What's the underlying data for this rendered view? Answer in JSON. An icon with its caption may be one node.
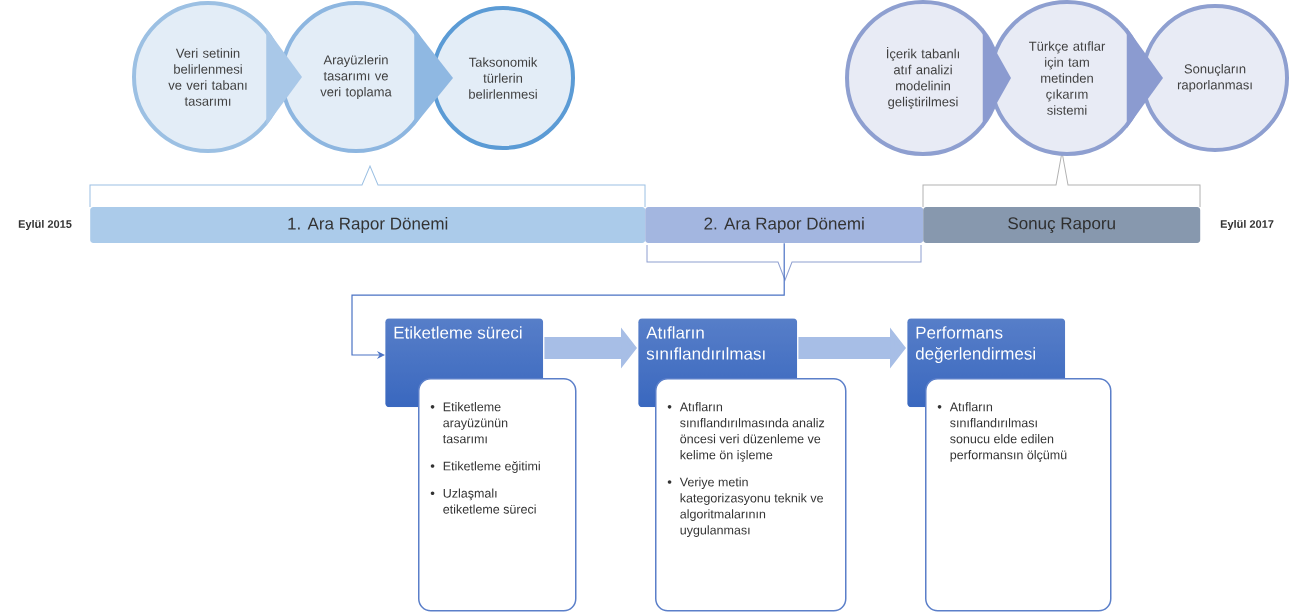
{
  "diagram": {
    "nodes": [
      {
        "text": [
          "Veri setinin belirlenmesi ve veri tabanı tasarımı"
        ]
      },
      {
        "text": [
          "Arayüzlerin tasarımı ve veri toplama"
        ]
      },
      {
        "text": [
          "Taksonomik türlerin belirlenmesi"
        ]
      },
      {
        "text": [
          "İçerik tabanlı atıf analizi modelinin geliştirilmesi"
        ]
      },
      {
        "text": [
          "Türkçe atıflar için tam metinden çıkarım sistemi"
        ]
      },
      {
        "text": [
          "Sonuçların raporlanması"
        ]
      },
      {
        "text": [
          "1. Ara Rapor Dönemi"
        ]
      },
      {
        "text": [
          "2. Ara Rapor Dönemi"
        ]
      },
      {
        "text": [
          "Sonuç Raporu"
        ]
      },
      {
        "text": [
          "Etiketleme süreci"
        ]
      },
      {
        "text": [
          "Etiketleme arayüzünün tasarımı",
          "Etiketleme eğitimi",
          "Uzlaşmalı etiketleme süreci"
        ]
      },
      {
        "text": [
          "Atıfların sınıflandırılması"
        ]
      },
      {
        "text": [
          "Atıfların sınıflandırılmasında analiz öncesi veri düzenleme ve kelime ön işleme",
          "Veriye metin kategorizasyonu teknik ve algoritmalarının uygulanması"
        ]
      },
      {
        "text": [
          "Performans değerlendirmesi"
        ]
      },
      {
        "text": [
          "Atıfların sınıflandırılması sonucu elde edilen performansın ölçümü"
        ]
      }
    ],
    "edges": [
      {
        "from": 0,
        "to": 1,
        "arrow": "to"
      },
      {
        "from": 1,
        "to": 2,
        "arrow": "to"
      },
      {
        "from": 3,
        "to": 4,
        "arrow": "to"
      },
      {
        "from": 4,
        "to": 5,
        "arrow": "to"
      },
      {
        "from": 7,
        "to": 9,
        "arrow": "to",
        "color": "#4a72c4"
      },
      {
        "from": 9,
        "to": 11,
        "arrow": "to"
      },
      {
        "from": 11,
        "to": 13,
        "arrow": "to"
      }
    ],
    "labels": [
      "Eylül 2015",
      "Eylül 2017"
    ]
  }
}
